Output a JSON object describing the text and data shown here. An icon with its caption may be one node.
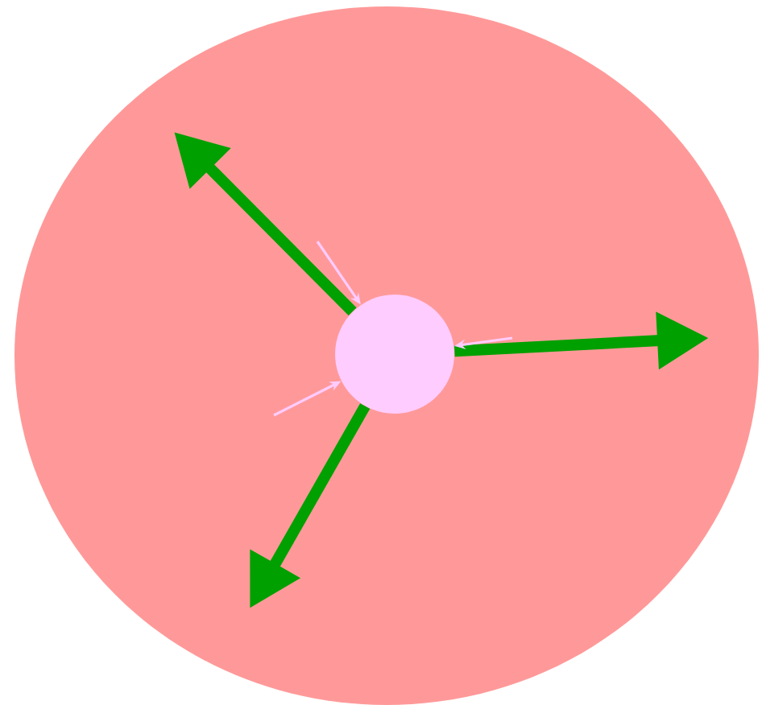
{
  "diagram": {
    "nodes": [
      {
        "text": [],
        "shape": "circle"
      },
      {
        "text": [],
        "shape": "circle",
        "in": 0
      }
    ],
    "edges": [
      {
        "from": 1,
        "to": null,
        "arrow": "to",
        "style": "thick",
        "color": "#00a000"
      },
      {
        "from": 1,
        "to": null,
        "arrow": "to",
        "style": "thick",
        "color": "#00a000"
      },
      {
        "from": 1,
        "to": null,
        "arrow": "to",
        "style": "thick",
        "color": "#00a000"
      },
      {
        "from": null,
        "to": 1,
        "arrow": "to",
        "color": "#ffccff"
      },
      {
        "from": null,
        "to": 1,
        "arrow": "to",
        "color": "#ffccff"
      },
      {
        "from": null,
        "to": 1,
        "arrow": "to",
        "color": "#ffccff"
      }
    ]
  }
}
